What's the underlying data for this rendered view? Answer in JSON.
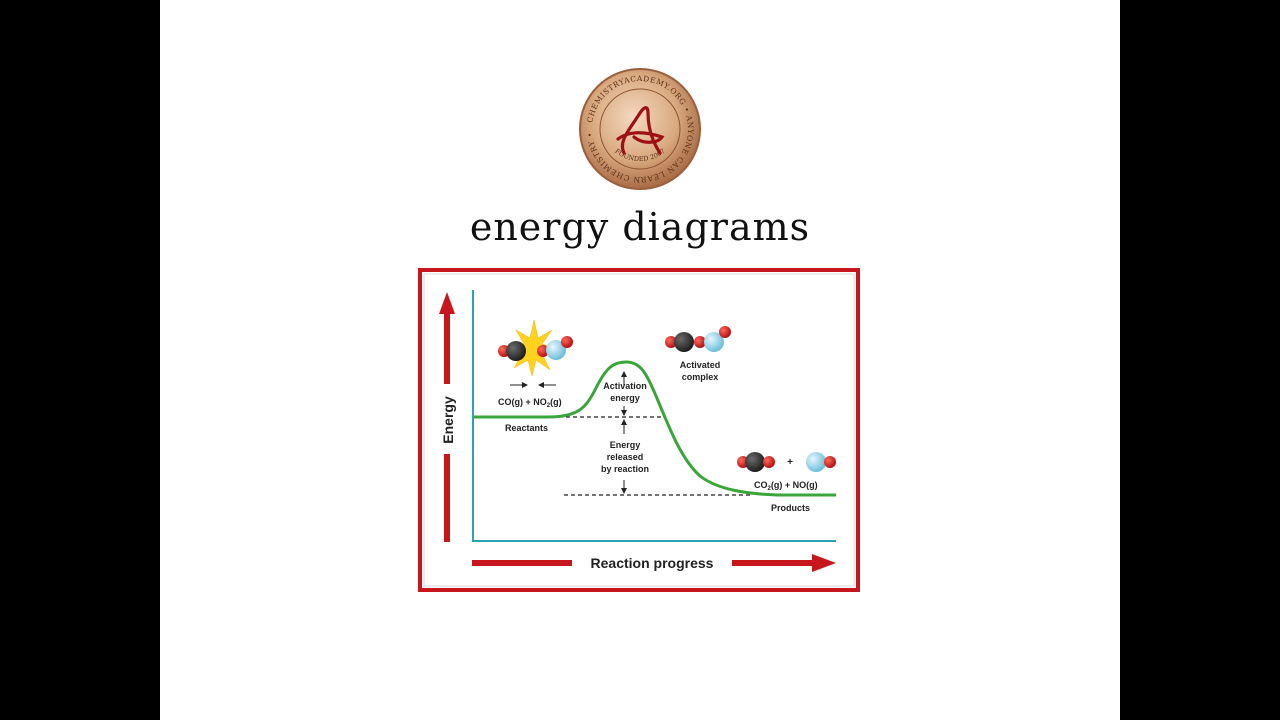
{
  "slide": {
    "title": "energy diagrams",
    "logo": {
      "ring_text": "CHEMISTRYACADEMY.ORG • ANYONE CAN LEARN CHEMISTRY •",
      "founded_text": "FOUNDED 2007",
      "monogram": "A"
    }
  },
  "diagram": {
    "y_axis_label": "Energy",
    "x_axis_label": "Reaction progress",
    "reactants_formula_main": "CO(g) + NO",
    "reactants_formula_sub": "2",
    "reactants_formula_tail": "(g)",
    "reactants_label": "Reactants",
    "activation_energy_line1": "Activation",
    "activation_energy_line2": "energy",
    "activated_complex_line1": "Activated",
    "activated_complex_line2": "complex",
    "energy_released_line1": "Energy",
    "energy_released_line2": "released",
    "energy_released_line3": "by reaction",
    "products_plus": "+",
    "products_formula_main": "CO",
    "products_formula_sub": "2",
    "products_formula_tail": "(g) + NO(g)",
    "products_label": "Products"
  },
  "colors": {
    "frame_red": "#c8161d",
    "curve_green": "#3aa53a",
    "axis_teal": "#2aa3b3",
    "carbon_gray": "#3a3a3a",
    "oxygen_red": "#d42020",
    "nitrogen_blue": "#8fd3e8",
    "flash_yellow": "#ffd21f"
  }
}
